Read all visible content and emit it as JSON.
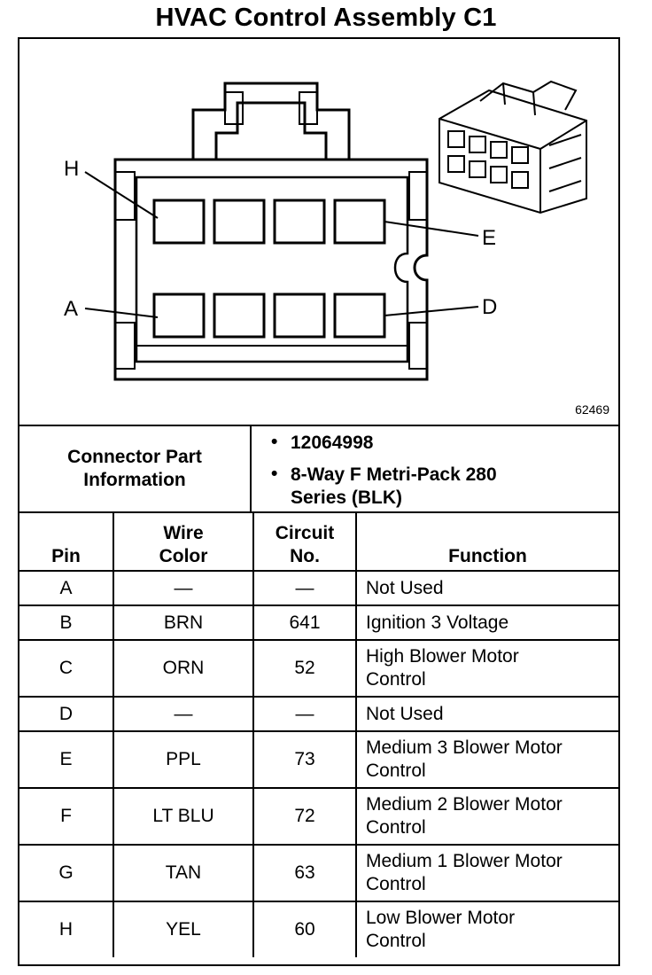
{
  "title": "HVAC Control Assembly C1",
  "diagram": {
    "figure_number": "62469",
    "callouts": {
      "h": "H",
      "a": "A",
      "e": "E",
      "d": "D"
    }
  },
  "connector_info": {
    "label": "Connector Part Information",
    "values": [
      "12064998",
      "8-Way F Metri-Pack 280 Series (BLK)"
    ]
  },
  "table": {
    "headers": {
      "pin": "Pin",
      "wire": "Wire Color",
      "circuit": "Circuit No.",
      "function": "Function"
    },
    "rows": [
      {
        "pin": "A",
        "wire": "—",
        "circuit": "—",
        "function": "Not Used"
      },
      {
        "pin": "B",
        "wire": "BRN",
        "circuit": "641",
        "function": "Ignition 3 Voltage"
      },
      {
        "pin": "C",
        "wire": "ORN",
        "circuit": "52",
        "function": "High Blower Motor Control"
      },
      {
        "pin": "D",
        "wire": "—",
        "circuit": "—",
        "function": "Not Used"
      },
      {
        "pin": "E",
        "wire": "PPL",
        "circuit": "73",
        "function": "Medium 3 Blower Motor Control"
      },
      {
        "pin": "F",
        "wire": "LT BLU",
        "circuit": "72",
        "function": "Medium 2 Blower Motor Control"
      },
      {
        "pin": "G",
        "wire": "TAN",
        "circuit": "63",
        "function": "Medium 1 Blower Motor Control"
      },
      {
        "pin": "H",
        "wire": "YEL",
        "circuit": "60",
        "function": "Low Blower Motor Control"
      }
    ]
  }
}
